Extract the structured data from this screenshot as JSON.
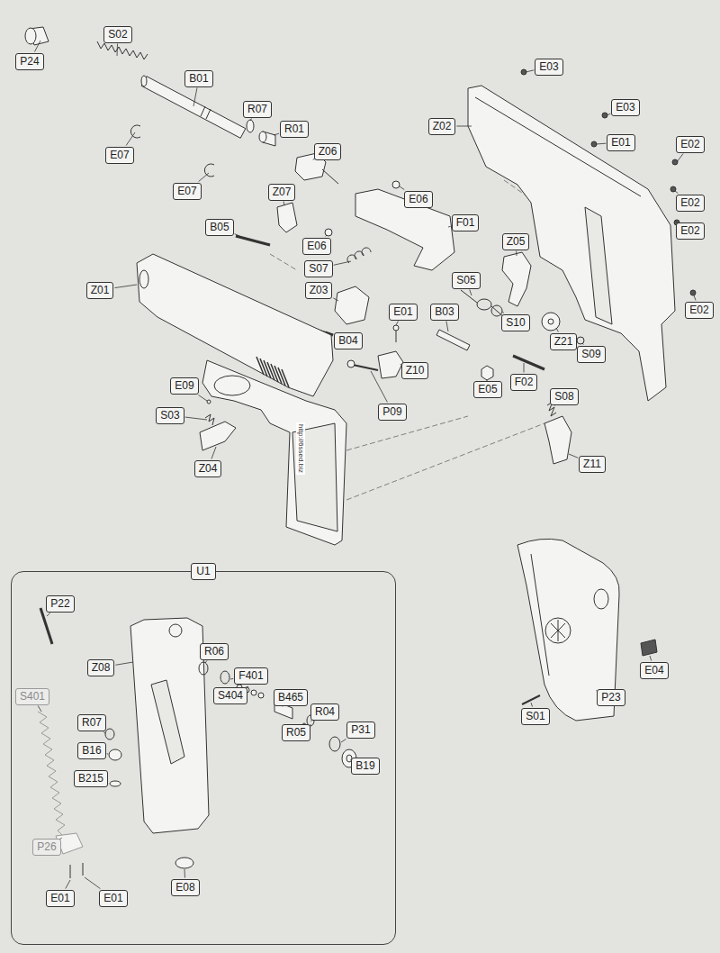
{
  "diagram": {
    "nodes": [
      {
        "text": [
          "P24"
        ]
      },
      {
        "text": [
          "S02"
        ]
      },
      {
        "text": [
          "B01"
        ]
      },
      {
        "text": [
          "E03"
        ]
      },
      {
        "text": [
          "E03"
        ]
      },
      {
        "text": [
          "Z02"
        ]
      },
      {
        "text": [
          "E01"
        ]
      },
      {
        "text": [
          "E02"
        ]
      },
      {
        "text": [
          "R07"
        ]
      },
      {
        "text": [
          "R01"
        ]
      },
      {
        "text": [
          "Z06"
        ]
      },
      {
        "text": [
          "E07"
        ]
      },
      {
        "text": [
          "E07"
        ]
      },
      {
        "text": [
          "Z07"
        ]
      },
      {
        "text": [
          "E06"
        ]
      },
      {
        "text": [
          "E02"
        ]
      },
      {
        "text": [
          "F01"
        ]
      },
      {
        "text": [
          "B05"
        ]
      },
      {
        "text": [
          "E02"
        ]
      },
      {
        "text": [
          "Z05"
        ]
      },
      {
        "text": [
          "E06"
        ]
      },
      {
        "text": [
          "S07"
        ]
      },
      {
        "text": [
          "S05"
        ]
      },
      {
        "text": [
          "Z01"
        ]
      },
      {
        "text": [
          "Z03"
        ]
      },
      {
        "text": [
          "E02"
        ]
      },
      {
        "text": [
          "E01"
        ]
      },
      {
        "text": [
          "B03"
        ]
      },
      {
        "text": [
          "S10"
        ]
      },
      {
        "text": [
          "B04"
        ]
      },
      {
        "text": [
          "Z21"
        ]
      },
      {
        "text": [
          "S09"
        ]
      },
      {
        "text": [
          "Z10"
        ]
      },
      {
        "text": [
          "F02"
        ]
      },
      {
        "text": [
          "E09"
        ]
      },
      {
        "text": [
          "E05"
        ]
      },
      {
        "text": [
          "S08"
        ]
      },
      {
        "text": [
          "P09"
        ]
      },
      {
        "text": [
          "S03"
        ]
      },
      {
        "text": [
          "Z11"
        ]
      },
      {
        "text": [
          "Z04"
        ]
      },
      {
        "text": [
          "U1"
        ]
      },
      {
        "text": [
          "P22"
        ],
        "in": 41
      },
      {
        "text": [
          "R06"
        ],
        "in": 41
      },
      {
        "text": [
          "Z08"
        ],
        "in": 41
      },
      {
        "text": [
          "F401"
        ],
        "in": 41
      },
      {
        "text": [
          "S404"
        ],
        "in": 41
      },
      {
        "text": [
          "B465"
        ],
        "in": 41
      },
      {
        "text": [
          "S401"
        ],
        "in": 41
      },
      {
        "text": [
          "R04"
        ],
        "in": 41
      },
      {
        "text": [
          "R07"
        ],
        "in": 41
      },
      {
        "text": [
          "P31"
        ],
        "in": 41
      },
      {
        "text": [
          "R05"
        ],
        "in": 41
      },
      {
        "text": [
          "B16"
        ],
        "in": 41
      },
      {
        "text": [
          "B19"
        ],
        "in": 41
      },
      {
        "text": [
          "B215"
        ],
        "in": 41
      },
      {
        "text": [
          "P26"
        ],
        "in": 41
      },
      {
        "text": [
          "E08"
        ],
        "in": 41
      },
      {
        "text": [
          "E01"
        ],
        "in": 41
      },
      {
        "text": [
          "E01"
        ],
        "in": 41
      },
      {
        "text": [
          "E04"
        ]
      },
      {
        "text": [
          "P23"
        ]
      },
      {
        "text": [
          "S01"
        ]
      }
    ],
    "labels": [
      "http://6ssed.biz"
    ]
  }
}
